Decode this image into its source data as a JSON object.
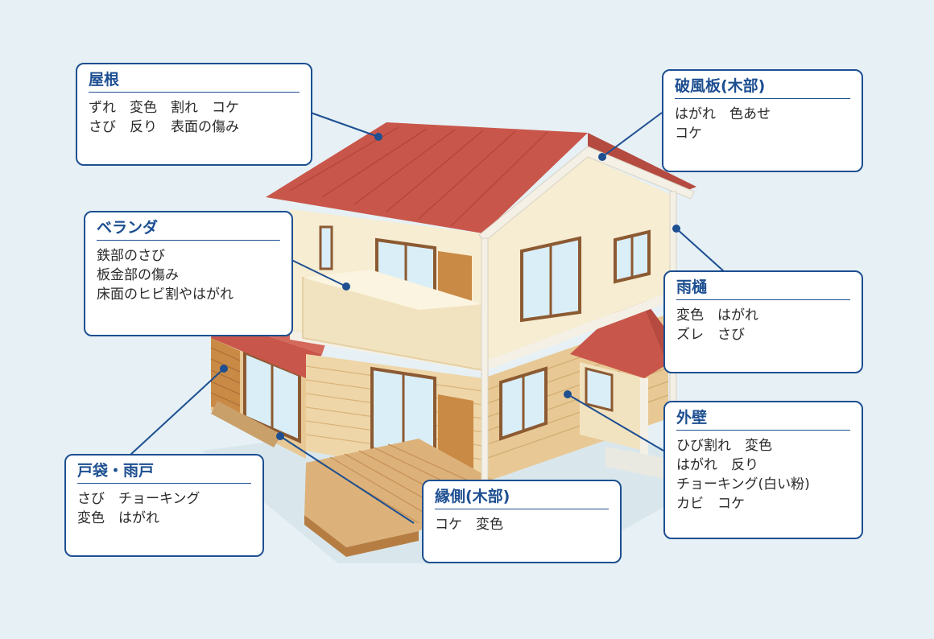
{
  "colors": {
    "background": "#e6f0f5",
    "accent": "#1d4f91",
    "roof": "#c9564a",
    "wall_upper": "#f6edd2",
    "wall_lower": "#efd6a8",
    "wood": "#c98a45",
    "window_frame": "#8c5a32",
    "glass": "#d9eef7"
  },
  "callouts": {
    "roof": {
      "title": "屋根",
      "lines": [
        "ずれ　変色　割れ　コケ",
        "さび　反り　表面の傷み"
      ]
    },
    "fascia": {
      "title": "破風板(木部)",
      "lines": [
        "はがれ　色あせ",
        "コケ"
      ]
    },
    "veranda": {
      "title": "ベランダ",
      "lines": [
        "鉄部のさび",
        "板金部の傷み",
        "床面のヒビ割やはがれ"
      ]
    },
    "gutter": {
      "title": "雨樋",
      "lines": [
        "変色　はがれ",
        "ズレ　さび"
      ]
    },
    "wall": {
      "title": "外壁",
      "lines": [
        "ひび割れ　変色",
        "はがれ　反り",
        "チョーキング(白い粉)",
        "カビ　コケ"
      ]
    },
    "shutter": {
      "title": "戸袋・雨戸",
      "lines": [
        "さび　チョーキング",
        "変色　はがれ"
      ]
    },
    "engawa": {
      "title": "縁側(木部)",
      "lines": [
        "コケ　変色"
      ]
    }
  }
}
